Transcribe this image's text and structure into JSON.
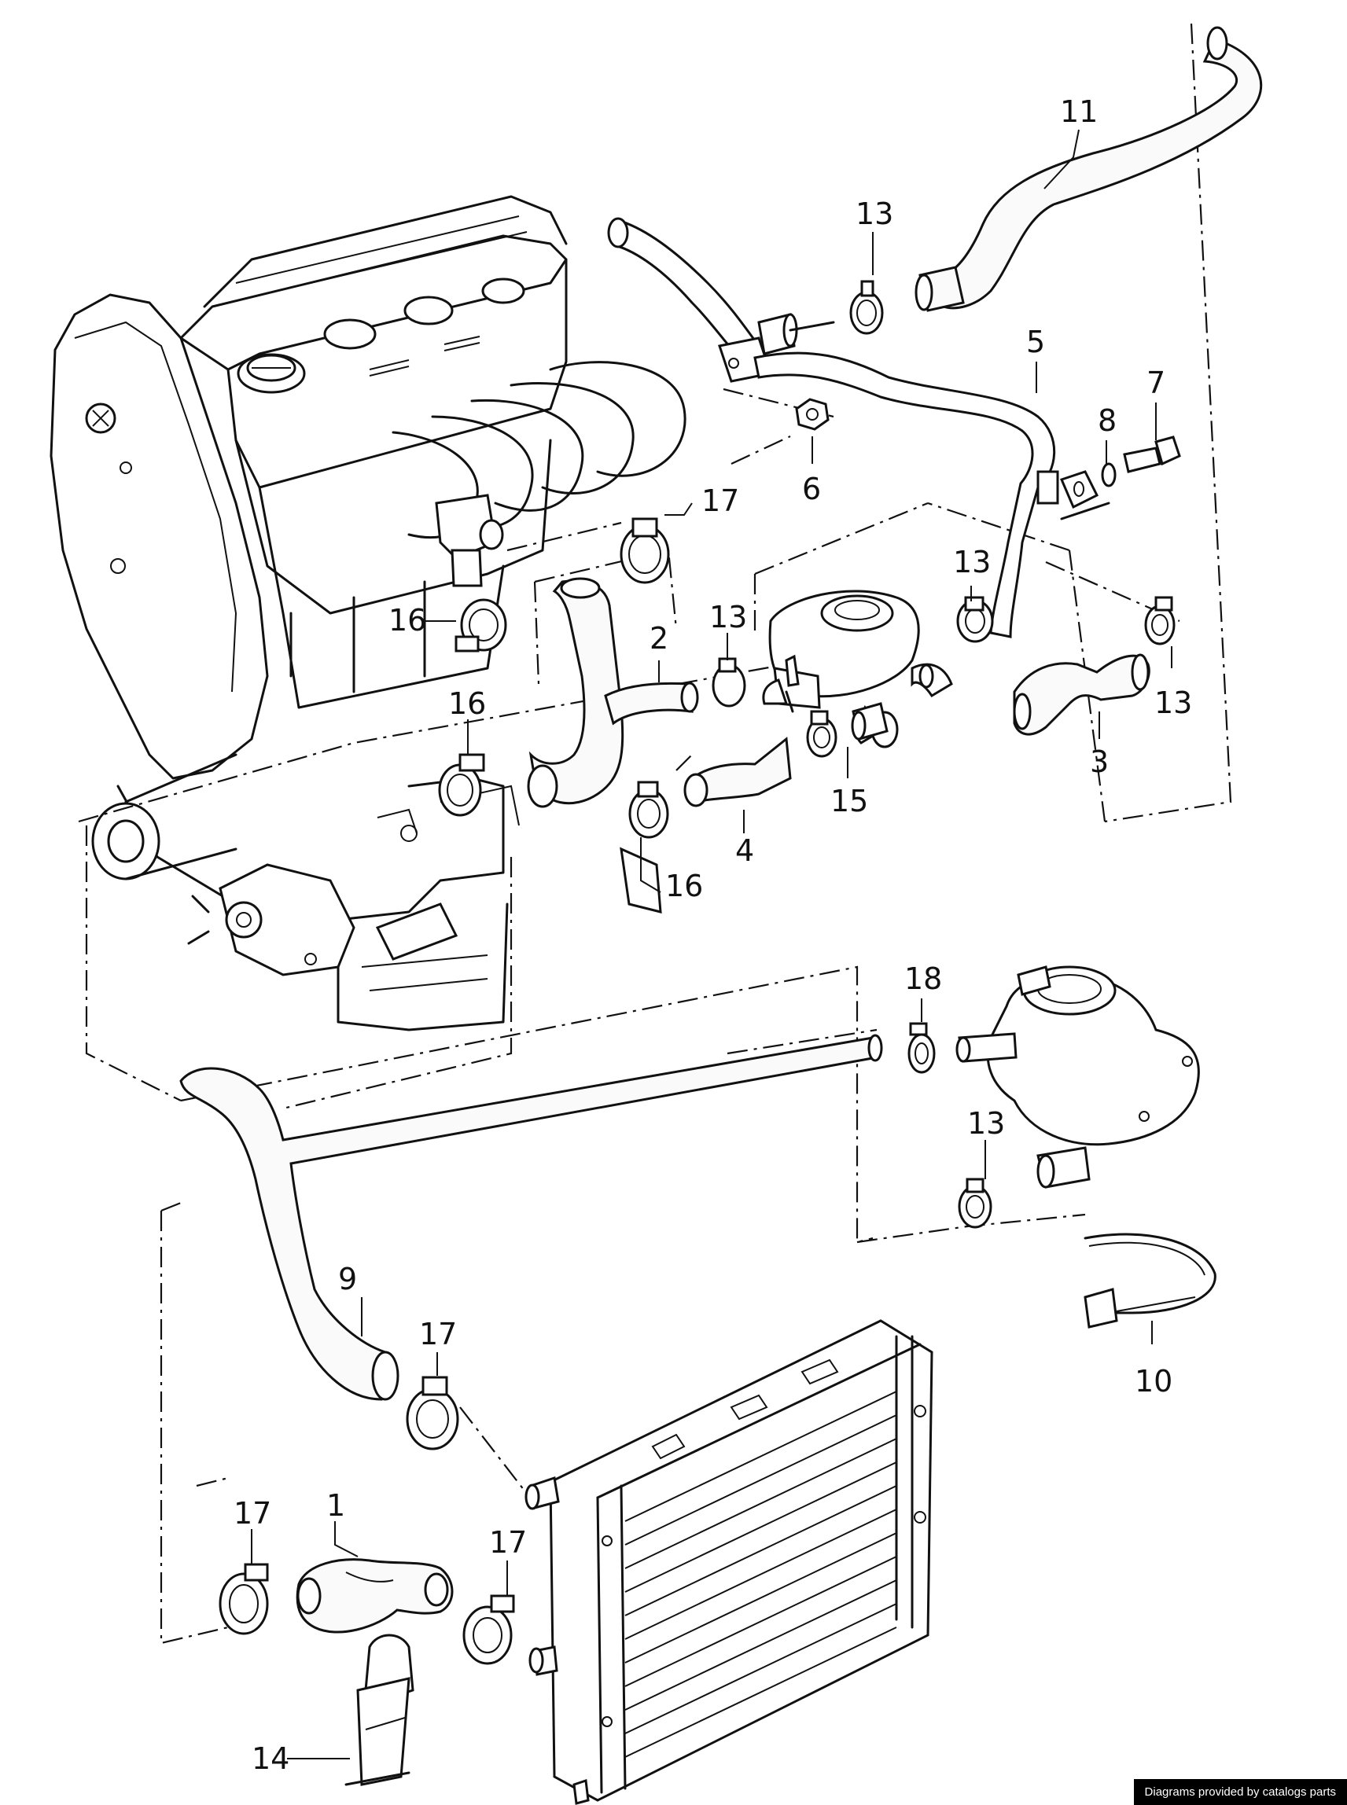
{
  "callouts": [
    {
      "id": "c11",
      "text": "11"
    },
    {
      "id": "c13a",
      "text": "13"
    },
    {
      "id": "c5",
      "text": "5"
    },
    {
      "id": "c7",
      "text": "7"
    },
    {
      "id": "c8",
      "text": "8"
    },
    {
      "id": "c6",
      "text": "6"
    },
    {
      "id": "c17a",
      "text": "17"
    },
    {
      "id": "c13b",
      "text": "13"
    },
    {
      "id": "c16a",
      "text": "16"
    },
    {
      "id": "c2",
      "text": "2"
    },
    {
      "id": "c13c",
      "text": "13"
    },
    {
      "id": "c13d",
      "text": "13"
    },
    {
      "id": "c3",
      "text": "3"
    },
    {
      "id": "c16b",
      "text": "16"
    },
    {
      "id": "c15",
      "text": "15"
    },
    {
      "id": "c4",
      "text": "4"
    },
    {
      "id": "c16c",
      "text": "16"
    },
    {
      "id": "c18",
      "text": "18"
    },
    {
      "id": "c13e",
      "text": "13"
    },
    {
      "id": "c10",
      "text": "10"
    },
    {
      "id": "c9",
      "text": "9"
    },
    {
      "id": "c17b",
      "text": "17"
    },
    {
      "id": "c1",
      "text": "1"
    },
    {
      "id": "c17c",
      "text": "17"
    },
    {
      "id": "c17d",
      "text": "17"
    },
    {
      "id": "c14",
      "text": "14"
    }
  ],
  "credit": "Diagrams provided by catalogs parts"
}
